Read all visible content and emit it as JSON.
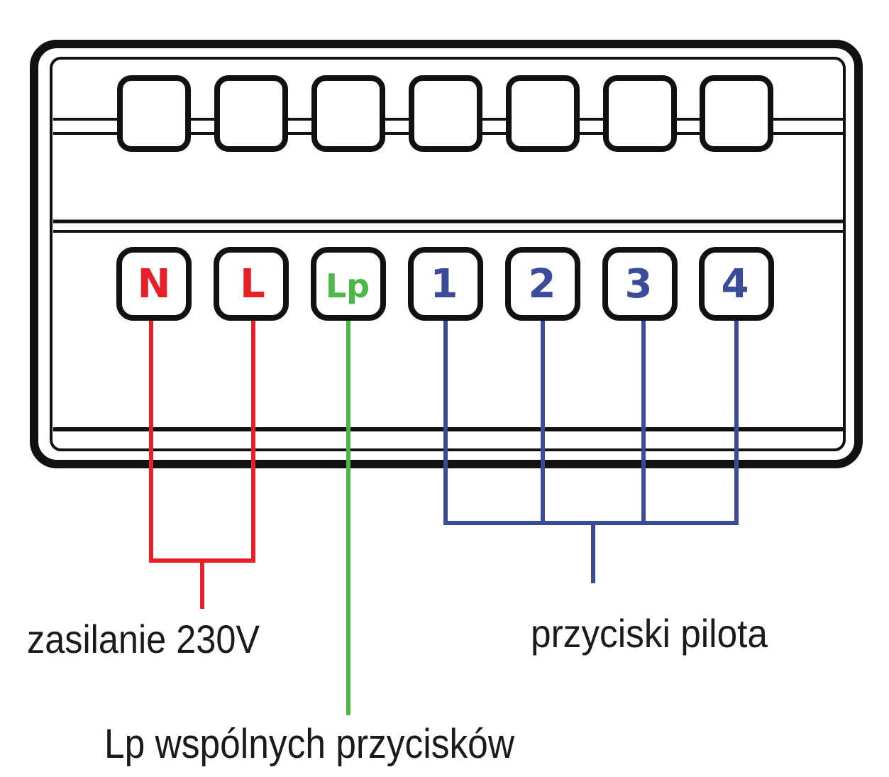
{
  "terminals": [
    {
      "label": "N",
      "color": "#e8202a"
    },
    {
      "label": "L",
      "color": "#e8202a"
    },
    {
      "label": "Lp",
      "color": "#4db848"
    },
    {
      "label": "1",
      "color": "#3c4a9a"
    },
    {
      "label": "2",
      "color": "#3c4a9a"
    },
    {
      "label": "3",
      "color": "#3c4a9a"
    },
    {
      "label": "4",
      "color": "#3c4a9a"
    }
  ],
  "captions": {
    "power": "zasilanie 230V",
    "common": "Lp wspólnych przycisków",
    "buttons": "przyciski pilota"
  },
  "colors": {
    "power_wire": "#e8202a",
    "common_wire": "#4db848",
    "button_wire": "#3c4a9a",
    "outline": "#111111"
  }
}
